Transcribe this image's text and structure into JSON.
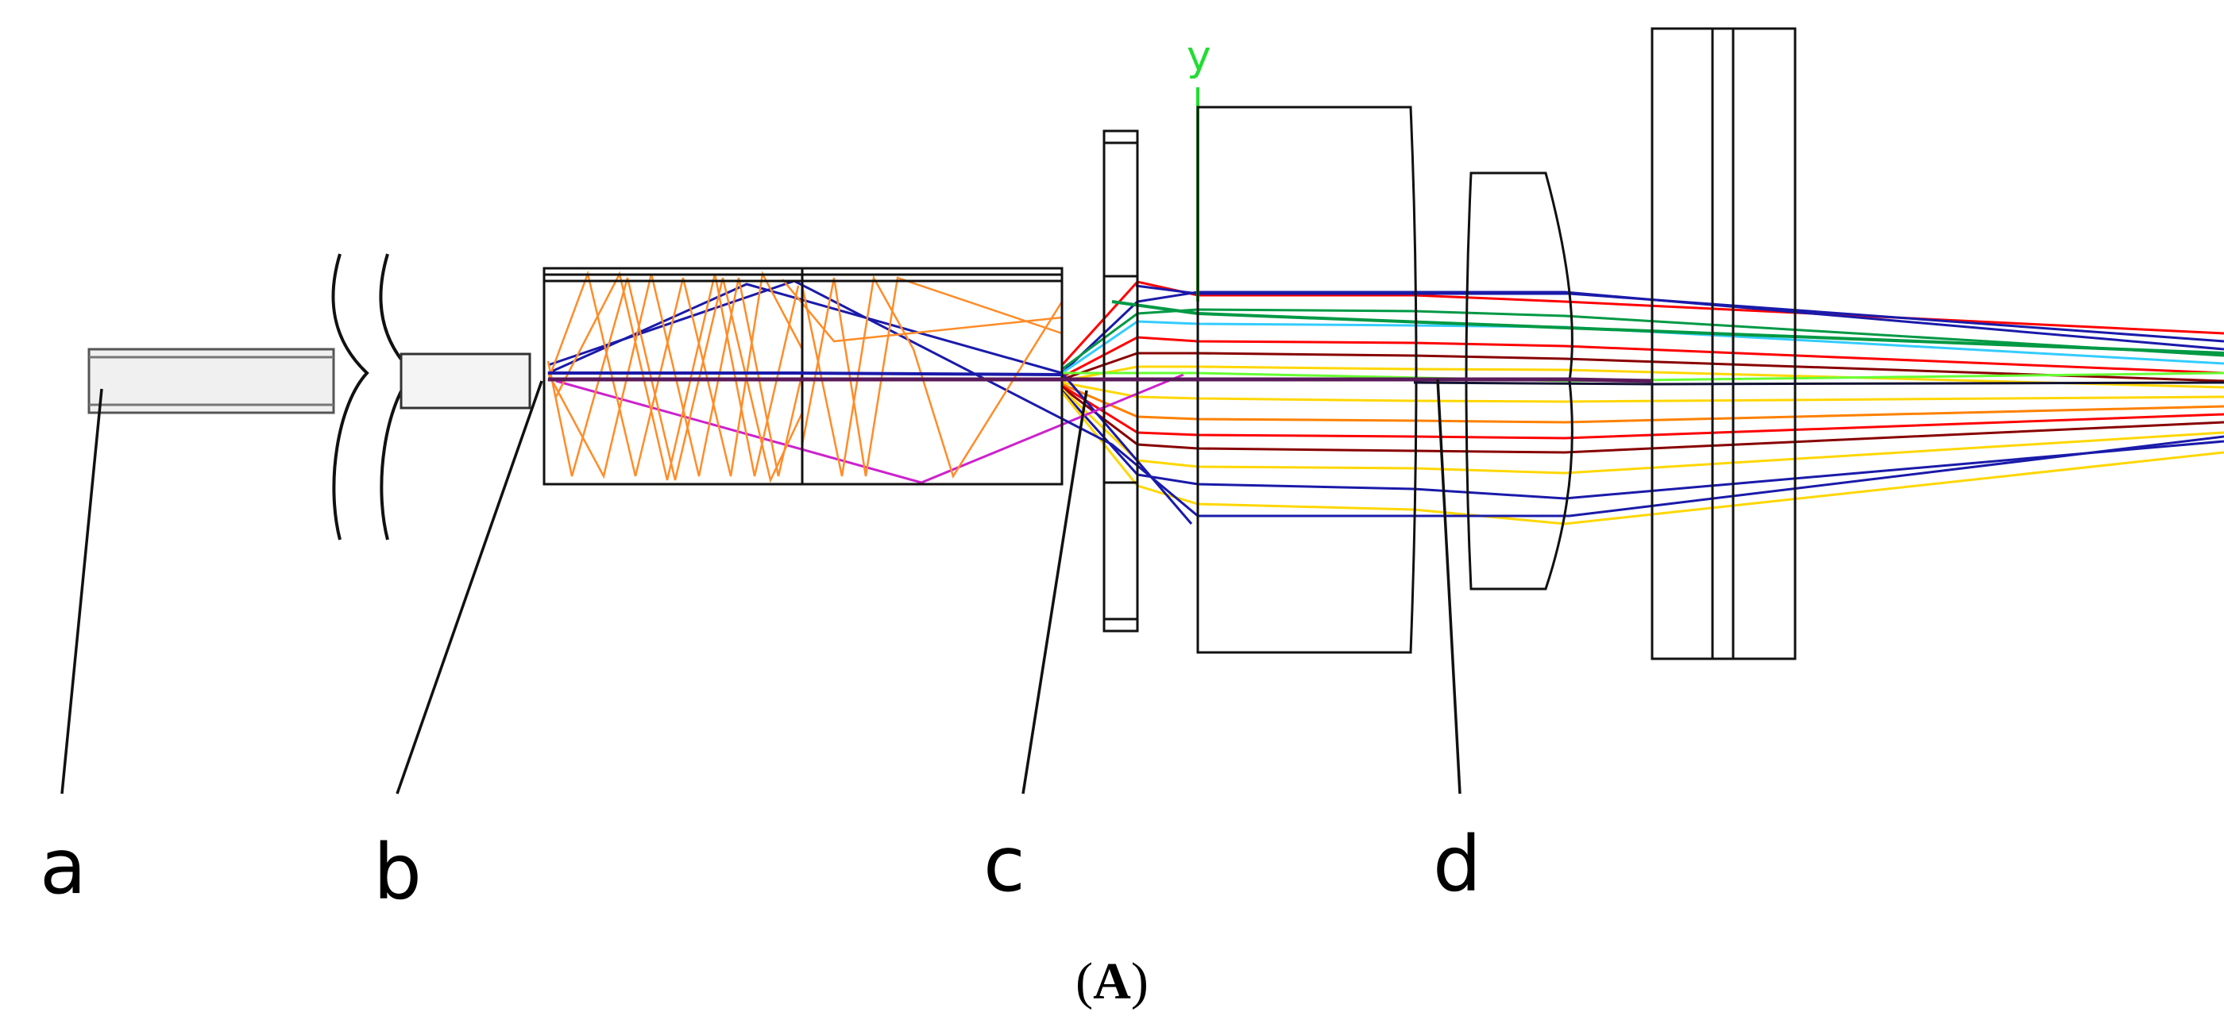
{
  "axis": {
    "label": "y"
  },
  "callouts": [
    {
      "id": "a",
      "label": "a"
    },
    {
      "id": "b",
      "label": "b"
    },
    {
      "id": "c",
      "label": "c"
    },
    {
      "id": "d",
      "label": "d"
    }
  ],
  "caption": {
    "open": "(",
    "letter": "A",
    "close": ")"
  },
  "colors": {
    "outline": "#000000",
    "scatter_rays": "#ff8c28",
    "axis": "#22dd33",
    "rays": [
      "#ff0000",
      "#1a1aaa",
      "#009944",
      "#ffd700",
      "#3355ff",
      "#cc22cc",
      "#33ccff",
      "#ff8000",
      "#880000",
      "#66ff33"
    ]
  }
}
